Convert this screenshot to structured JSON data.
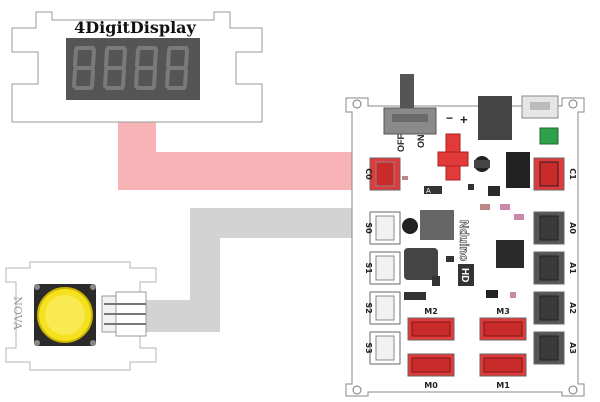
{
  "display_module": {
    "title": "4DigitDisplay",
    "digits": "8888"
  },
  "button_module": {
    "brand": "NOVA"
  },
  "board": {
    "brand": "Nduino",
    "hd_label": "HD",
    "switch_off": "OFF",
    "switch_on": "ON",
    "minus": "−",
    "plus": "+",
    "chip_a": "A",
    "ports_left": [
      "C0",
      "S0",
      "S1",
      "S2",
      "S3"
    ],
    "ports_right": [
      "C1",
      "A0",
      "A1",
      "A2",
      "A3"
    ],
    "motor_ports": [
      "M2",
      "M3",
      "M0",
      "M1"
    ]
  },
  "colors": {
    "red_wire": "#f7b3b5",
    "gray_wire": "#d3d3d3",
    "port_red": "#e23a3a",
    "port_dark": "#555555",
    "button_yellow": "#f5e11f",
    "display_bg": "#555555",
    "segment": "#7a7a7a"
  }
}
